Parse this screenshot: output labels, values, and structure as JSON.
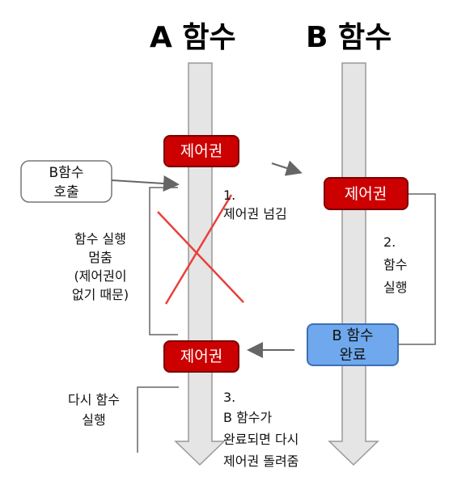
{
  "titles": {
    "a": "A 함수",
    "b": "B 함수"
  },
  "boxes": {
    "control_label": "제어권",
    "b_call": [
      "B함수",
      "호출"
    ],
    "b_complete": [
      "B 함수",
      "완료"
    ]
  },
  "steps": {
    "step1": [
      "1.",
      "제어권 넘김"
    ],
    "step2": [
      "2.",
      "함수",
      "실행"
    ],
    "step3": [
      "3.",
      "B 함수가",
      "완료되면 다시",
      "제어권 돌려줌"
    ]
  },
  "notes": {
    "paused": [
      "함수 실행",
      "멈춤",
      "(제어권이",
      "없기 때문)"
    ],
    "resume": [
      "다시 함수",
      "실행"
    ]
  },
  "colors": {
    "control_box": "#cc0000",
    "b_complete_box": "#6fa8ec",
    "cross": "#e8413b",
    "shaft": "#e5e5e5",
    "shaft_edge": "#999999",
    "connector": "#666666"
  }
}
